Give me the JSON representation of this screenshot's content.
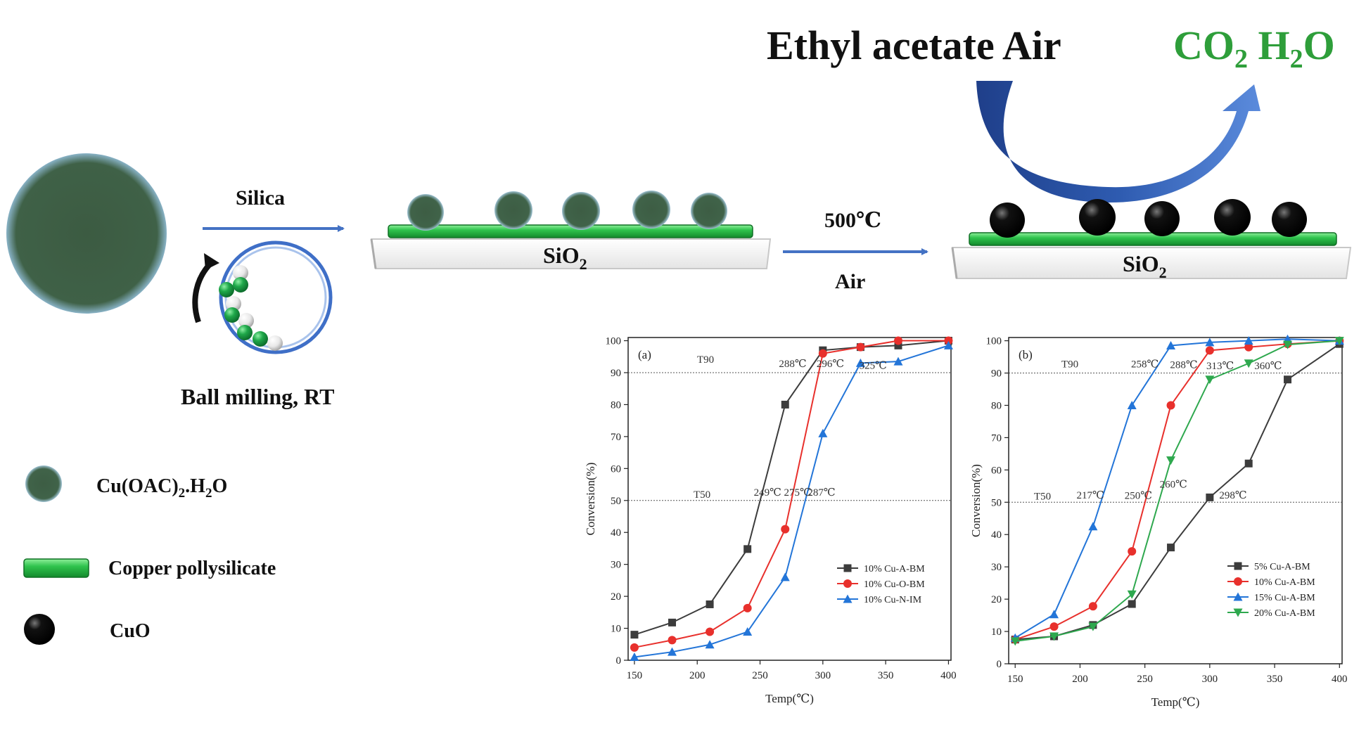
{
  "title": {
    "reactants": "Ethyl acetate Air",
    "products_co2": "CO",
    "products_co2_sub": "2",
    "products_h2o_h": "H",
    "products_h2o_sub": "2",
    "products_h2o_o": "O"
  },
  "process": {
    "step1_top": "Silica",
    "step1_bottom": "Ball milling, RT",
    "support_label": "SiO",
    "support_sub": "2",
    "step2_top": "500℃",
    "step2_bottom": "Air"
  },
  "legend": {
    "precursor_main": "Cu(OAC)",
    "precursor_sub1": "2",
    "precursor_mid": ".H",
    "precursor_sub2": "2",
    "precursor_end": "O",
    "silicate": "Copper pollysilicate",
    "cuo": "CuO"
  },
  "colors": {
    "precursor": "#3f5f45",
    "silicate": "#2db84a",
    "cuo": "#000000",
    "arrow": "#4472c4",
    "product_text": "#2e9e3a",
    "curved_arrow": "#2f5aa8"
  },
  "chart_data": [
    {
      "type": "line",
      "panel_label": "(a)",
      "xlabel": "Temp(℃)",
      "ylabel": "Conversion(%)",
      "xlim": [
        145,
        402
      ],
      "ylim": [
        0,
        101
      ],
      "xticks": [
        150,
        200,
        250,
        300,
        350,
        400
      ],
      "yticks": [
        0,
        10,
        20,
        30,
        40,
        50,
        60,
        70,
        80,
        90,
        100
      ],
      "x": [
        150,
        180,
        210,
        240,
        270,
        300,
        330,
        360,
        400
      ],
      "series": [
        {
          "name": "10% Cu-A-BM",
          "color": "#3c3c3c",
          "marker": "square",
          "values": [
            8,
            11.8,
            17.5,
            34.8,
            80,
            97,
            98,
            98.5,
            100
          ]
        },
        {
          "name": "10% Cu-O-BM",
          "color": "#e8302c",
          "marker": "circle",
          "values": [
            4,
            6.3,
            8.9,
            16.3,
            41,
            96,
            98,
            100,
            100
          ]
        },
        {
          "name": "10% Cu-N-IM",
          "color": "#2375d8",
          "marker": "triangle-up",
          "values": [
            1,
            2.6,
            4.9,
            8.9,
            26,
            71,
            93,
            93.5,
            98.5
          ]
        }
      ],
      "reference_lines": [
        {
          "y": 90,
          "label": "T90"
        },
        {
          "y": 50,
          "label": "T50"
        }
      ],
      "annotations": [
        {
          "text": "288℃",
          "x": 276,
          "y": 91.8
        },
        {
          "text": "296℃",
          "x": 306,
          "y": 91.8
        },
        {
          "text": "325℃",
          "x": 340,
          "y": 91.2
        },
        {
          "text": "249℃",
          "x": 256,
          "y": 51.5
        },
        {
          "text": "275℃",
          "x": 280,
          "y": 51.5
        },
        {
          "text": "287℃",
          "x": 299,
          "y": 51.5
        }
      ],
      "legend_position": "bottom-right"
    },
    {
      "type": "line",
      "panel_label": "(b)",
      "xlabel": "Temp(℃)",
      "ylabel": "Conversion(%)",
      "xlim": [
        145,
        402
      ],
      "ylim": [
        0,
        101
      ],
      "xticks": [
        150,
        200,
        250,
        300,
        350,
        400
      ],
      "yticks": [
        0,
        10,
        20,
        30,
        40,
        50,
        60,
        70,
        80,
        90,
        100
      ],
      "x": [
        150,
        180,
        210,
        240,
        270,
        300,
        330,
        360,
        400
      ],
      "series": [
        {
          "name": "5% Cu-A-BM",
          "color": "#3c3c3c",
          "marker": "square",
          "values": [
            7.5,
            8.5,
            12,
            18.5,
            36,
            51.5,
            62,
            88,
            99
          ]
        },
        {
          "name": "10% Cu-A-BM",
          "color": "#e8302c",
          "marker": "circle",
          "values": [
            7.5,
            11.5,
            17.8,
            34.8,
            80,
            97,
            98,
            99,
            100
          ]
        },
        {
          "name": "15% Cu-A-BM",
          "color": "#2375d8",
          "marker": "triangle-up",
          "values": [
            8,
            15.3,
            42.5,
            80,
            98.5,
            99.5,
            100,
            100.5,
            100
          ]
        },
        {
          "name": "20% Cu-A-BM",
          "color": "#2ea84e",
          "marker": "triangle-down",
          "values": [
            7,
            8.5,
            11.5,
            21.5,
            63,
            88,
            93,
            98.8,
            100
          ]
        }
      ],
      "reference_lines": [
        {
          "y": 90,
          "label": "T90"
        },
        {
          "y": 50,
          "label": "T50"
        }
      ],
      "annotations": [
        {
          "text": "258℃",
          "x": 250,
          "y": 91.8
        },
        {
          "text": "288℃",
          "x": 280,
          "y": 91.5
        },
        {
          "text": "313℃",
          "x": 308,
          "y": 91.2
        },
        {
          "text": "360℃",
          "x": 345,
          "y": 91.2
        },
        {
          "text": "217℃",
          "x": 208,
          "y": 51.2
        },
        {
          "text": "250℃",
          "x": 245,
          "y": 51.0
        },
        {
          "text": "260℃",
          "x": 272,
          "y": 54.5
        },
        {
          "text": "298℃",
          "x": 318,
          "y": 51.2
        }
      ],
      "legend_position": "bottom-right"
    }
  ]
}
